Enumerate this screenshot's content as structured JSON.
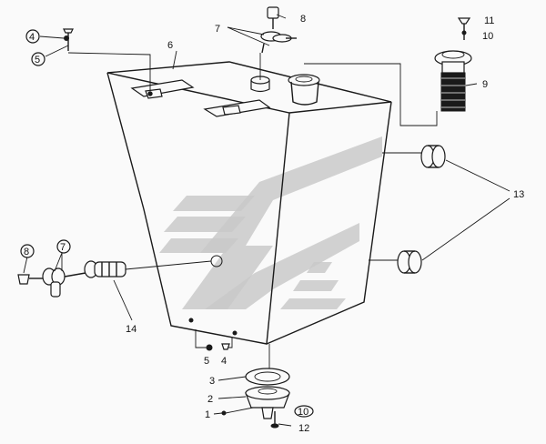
{
  "callouts": {
    "c1": "1",
    "c2": "2",
    "c3": "3",
    "c4_top": "4",
    "c4_bottom": "4",
    "c5_top": "5",
    "c5_bottom": "5",
    "c6": "6",
    "c7_top": "7",
    "c7_left": "7",
    "c8_top": "8",
    "c8_left": "8",
    "c9": "9",
    "c10_top": "10",
    "c10_bottom": "10",
    "c11": "11",
    "c12": "12",
    "c13": "13",
    "c14": "14"
  },
  "colors": {
    "ink": "#1a1a1a",
    "background": "#fafafa",
    "watermark": "#c9c9c9"
  }
}
